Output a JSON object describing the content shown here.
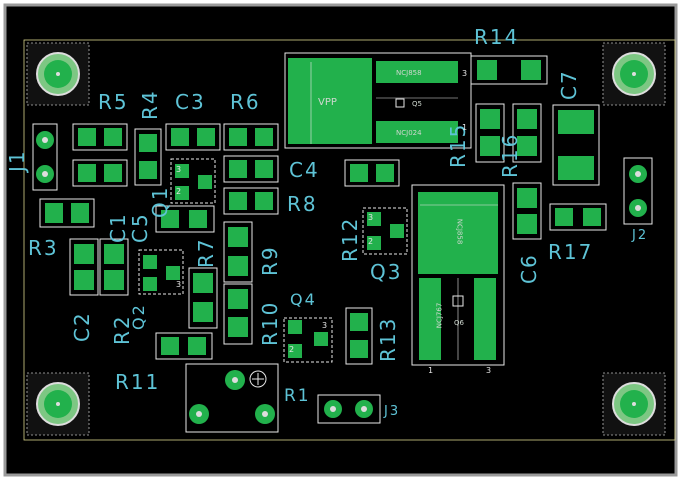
{
  "board": {
    "colors": {
      "frame": "#9a9a9a",
      "board": "#000000",
      "copper": "#22b14c",
      "silk": "#5ec3d6",
      "outline": "#e8e8e8"
    }
  },
  "designators": {
    "R5": "R5",
    "R4": "R4",
    "C3": "C3",
    "R6": "R6",
    "J1": "J1",
    "C4": "C4",
    "R14": "R14",
    "C7": "C7",
    "R15": "R15",
    "R16": "R16",
    "C1": "C1",
    "C5": "C5",
    "Q1": "Q1",
    "R8": "R8",
    "R12": "R12",
    "R3": "R3",
    "R7": "R7",
    "R9": "R9",
    "Q3": "Q3",
    "C6": "C6",
    "R17": "R17",
    "J2": "J2",
    "C2": "C2",
    "R2": "R2",
    "Q2": "Q2",
    "R10": "R10",
    "Q4": "Q4",
    "R13": "R13",
    "R11": "R11",
    "R1": "R1",
    "J3": "J3"
  },
  "pad_text": {
    "vpp": "VPP",
    "q5": "Q5",
    "q6": "Q6",
    "part_top": "NCJ858",
    "part_bottom": "NCJ024",
    "q6_left": "NCJ767",
    "q6_tab": "NCJ858",
    "pin1": "1",
    "pin2": "2",
    "pin3": "3"
  }
}
